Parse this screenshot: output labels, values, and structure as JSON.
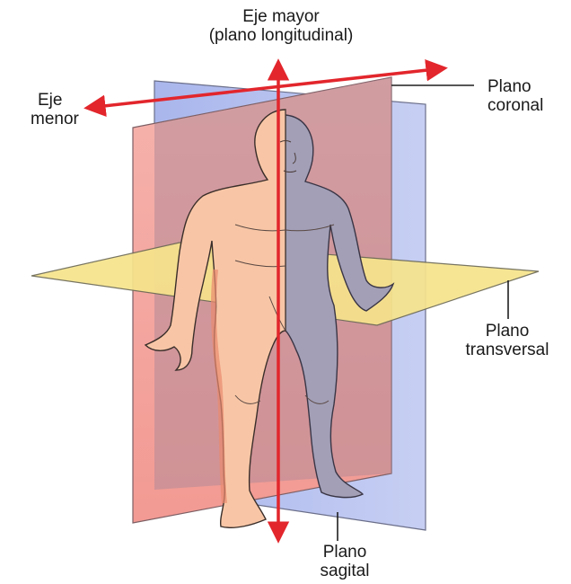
{
  "labels": {
    "major_axis": {
      "line1": "Eje mayor",
      "line2": "(plano longitudinal)"
    },
    "minor_axis": {
      "line1": "Eje",
      "line2": "menor"
    },
    "coronal_plane": {
      "line1": "Plano",
      "line2": "coronal"
    },
    "transverse_plane": {
      "line1": "Plano",
      "line2": "transversal"
    },
    "sagittal_plane": {
      "line1": "Plano",
      "line2": "sagital"
    }
  },
  "colors": {
    "axis_arrow": "#e2262c",
    "sagittal_plane": "#f3a3a3",
    "coronal_plane": "#b9c3ee",
    "transverse_plane": "#f6e48c",
    "body_skin": "#f8c6a6",
    "body_shadow": "#a3a0b8"
  }
}
